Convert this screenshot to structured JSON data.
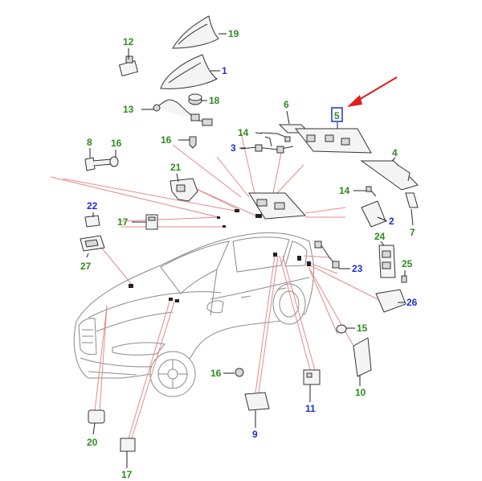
{
  "colors": {
    "label_green": "#2e8b1e",
    "label_blue": "#1c2fd6",
    "highlight_box": "#1c2fd6",
    "arrow": "#e01e1e",
    "leader_red": "#e58a8a"
  },
  "labels": {
    "p1": "1",
    "p2": "2",
    "p3": "3",
    "p4": "4",
    "p5": "5",
    "p6": "6",
    "p7": "7",
    "p8": "8",
    "p9": "9",
    "p10": "10",
    "p11": "11",
    "p12": "12",
    "p13": "13",
    "p14a": "14",
    "p14b": "14",
    "p15": "15",
    "p16a": "16",
    "p16b": "16",
    "p16c": "16",
    "p17a": "17",
    "p17b": "17",
    "p18": "18",
    "p19": "19",
    "p20": "20",
    "p21": "21",
    "p22": "22",
    "p23": "23",
    "p24": "24",
    "p25": "25",
    "p26": "26",
    "p27": "27"
  },
  "highlighted_part": "5"
}
